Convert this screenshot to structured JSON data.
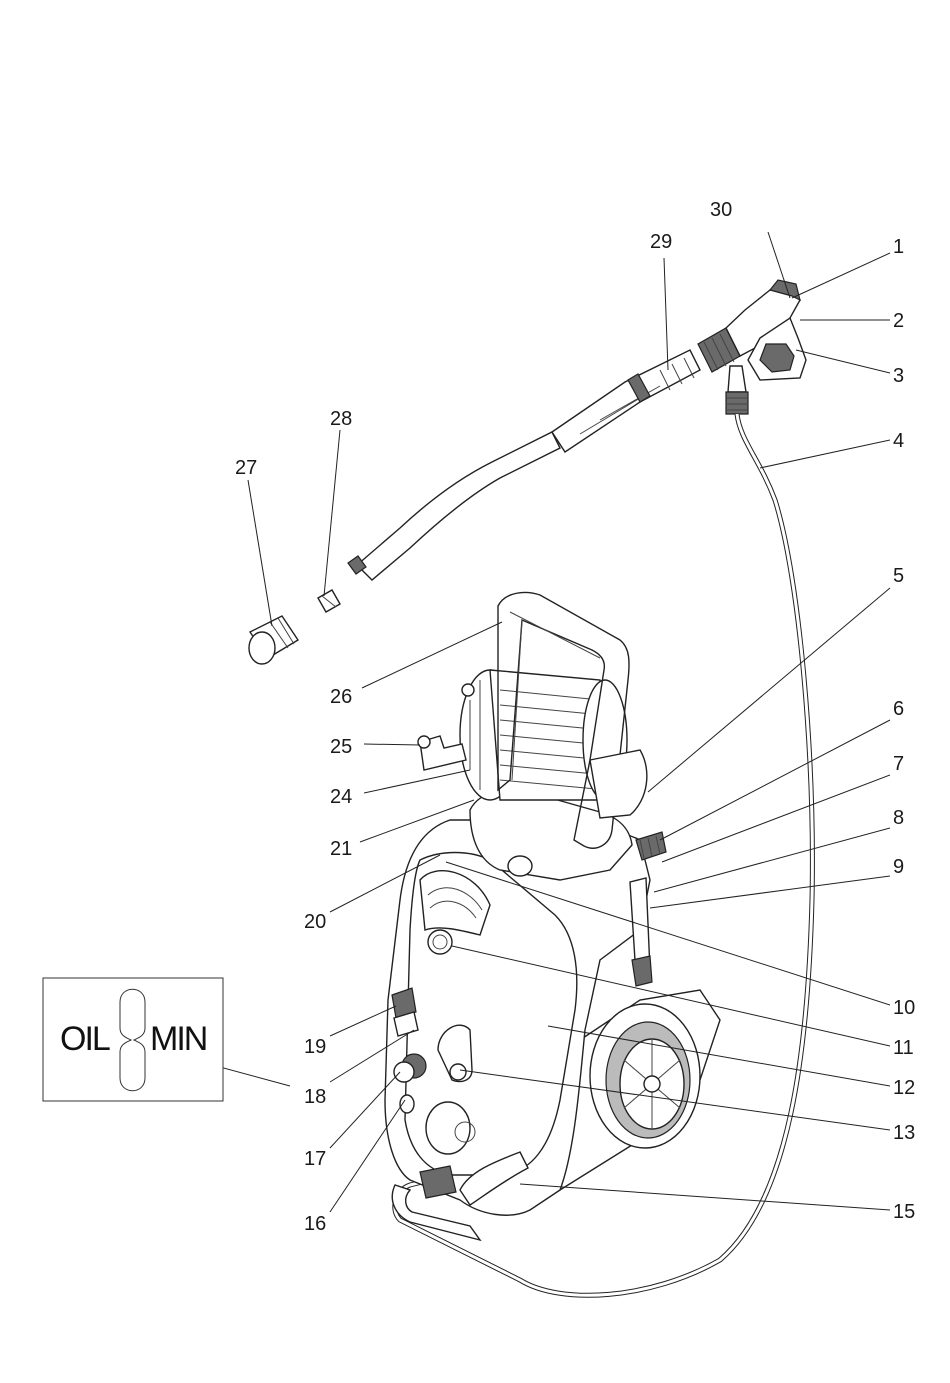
{
  "diagram": {
    "callouts": [
      "1",
      "2",
      "3",
      "4",
      "5",
      "6",
      "7",
      "8",
      "9",
      "10",
      "11",
      "12",
      "13",
      "15",
      "16",
      "17",
      "18",
      "19",
      "20",
      "21",
      "24",
      "25",
      "26",
      "27",
      "28",
      "29",
      "30"
    ]
  },
  "oil_inset": {
    "left_label": "OIL",
    "right_label": "MIN"
  }
}
